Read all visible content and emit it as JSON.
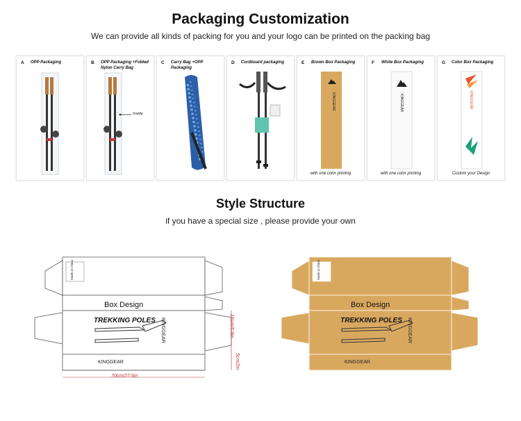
{
  "header": {
    "title": "Packaging Customization",
    "subtitle": "We can provide all kinds of packing for you and your logo can be printed on the packing bag"
  },
  "cards": [
    {
      "letter": "A",
      "title": "OPP Packaging",
      "caption": ""
    },
    {
      "letter": "B",
      "title": "OPP Packaging +Folded Nylon Carry Bag",
      "caption": "",
      "note": "Inside"
    },
    {
      "letter": "C",
      "title": "Carry Bag +OPP Packaging",
      "caption": ""
    },
    {
      "letter": "D",
      "title": "Cordboard packaging",
      "caption": ""
    },
    {
      "letter": "E",
      "title": "Brown Box Packaging",
      "caption": "with one color printing"
    },
    {
      "letter": "F",
      "title": "White Box Packaging",
      "caption": "with one color printing"
    },
    {
      "letter": "G",
      "title": "Color Box Packaging",
      "caption": "Custom your Design"
    }
  ],
  "brand": {
    "name": "KINGGEAR",
    "tagline": "TREKKING POLES"
  },
  "structure": {
    "title": "Style Structure",
    "subtitle": "if you have a special size , please provide your own",
    "box_design_label": "Box Design",
    "dim_width": "70cm/27.5in",
    "dim_height": "15cm/5.9in",
    "dim_depth": "5cm/2in"
  },
  "colors": {
    "kraft": "#d9a85f",
    "accent_orange": "#e8542a",
    "accent_green": "#1c9f7c"
  }
}
